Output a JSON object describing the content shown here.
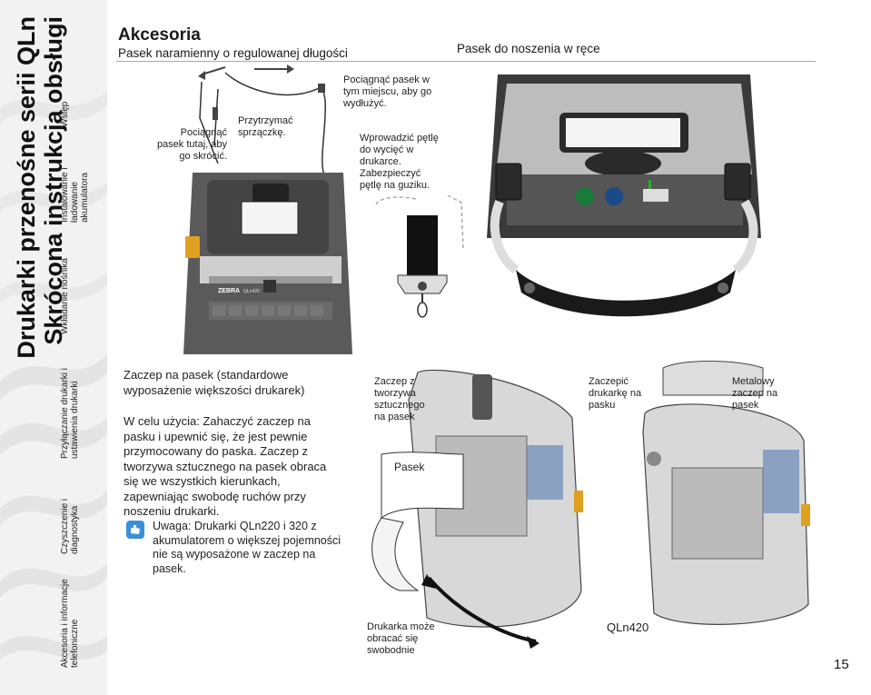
{
  "sidebar": {
    "title_line1": "Drukarki przenośne serii QLn",
    "title_line2": "Skrócona instrukcja obsługi",
    "items": [
      {
        "label": "Wstęp"
      },
      {
        "label": "Instalowanie i ładowanie akumulatora"
      },
      {
        "label": "Wkładanie nośnika"
      },
      {
        "label": "Przyłączanie drukarki i ustawienia drukarki"
      },
      {
        "label": "Czyszczenie i diagnostyka"
      },
      {
        "label": "Akcesoria i informacje telefoniczne"
      }
    ]
  },
  "header": {
    "title": "Akcesoria",
    "subtitle_left": "Pasek naramienny o regulowanej długości",
    "subtitle_right": "Pasek do noszenia w ręce"
  },
  "shoulder_strap": {
    "label_pull_shorten": "Pociągnąć pasek tutaj, aby go skrócić.",
    "label_hold_buckle": "Przytrzymać sprzączkę.",
    "label_pull_lengthen": "Pociągnąć pasek w tym miejscu, aby go wydłużyć.",
    "label_insert_loop": "Wprowadzić pętlę do wycięć w drukarce. Zabezpieczyć pętlę na guziku.",
    "brand": "ZEBRA",
    "model_small": "QLn420"
  },
  "belt_clip": {
    "heading": "Zaczep na pasek (standardowe wyposażenie większości drukarek)",
    "usage": "W celu użycia: Zahaczyć zaczep na pasku i upewnić się, że jest pewnie przymocowany do paska. Zaczep z tworzywa sztucznego na pasek obraca się we wszystkich kierunkach, zapewniając swobodę ruchów przy noszeniu drukarki.",
    "note": "Uwaga: Drukarki QLn220 i 320 z akumulatorem o większej pojemności nie są wyposażone w zaczep na pasek.",
    "label_plastic_clip": "Zaczep z tworzywa sztucznego na pasek",
    "label_belt": "Pasek",
    "label_rotate": "Drukarka może obracać się swobodnie",
    "label_attach": "Zaczepić drukarkę na pasku",
    "label_metal_clip": "Metalowy zaczep na pasek",
    "model_caption": "QLn420"
  },
  "page_number": "15"
}
